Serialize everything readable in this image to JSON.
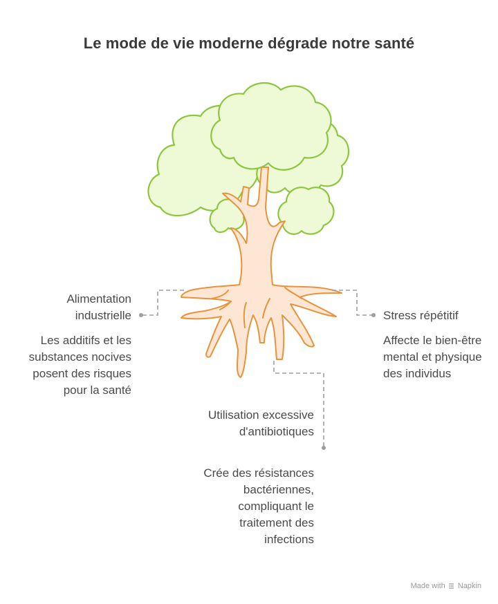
{
  "title": "Le mode de vie moderne dégrade notre santé",
  "items": [
    {
      "title": "Alimentation industrielle",
      "description": "Les additifs et les substances nocives posent des risques pour la santé"
    },
    {
      "title": "Stress répétitif",
      "description": "Affecte le bien-être mental et physique des individus"
    },
    {
      "title": "Utilisation excessive d'antibiotiques",
      "description": "Crée des résistances bactériennes, compliquant le traitement des infections"
    }
  ],
  "footer": {
    "made_with": "Made with",
    "brand": "Napkin"
  },
  "colors": {
    "foliage_fill": "#eefad6",
    "foliage_stroke": "#8cc63f",
    "trunk_fill": "#fde6d4",
    "trunk_stroke": "#e8923a",
    "connector": "#9e9e9e"
  }
}
